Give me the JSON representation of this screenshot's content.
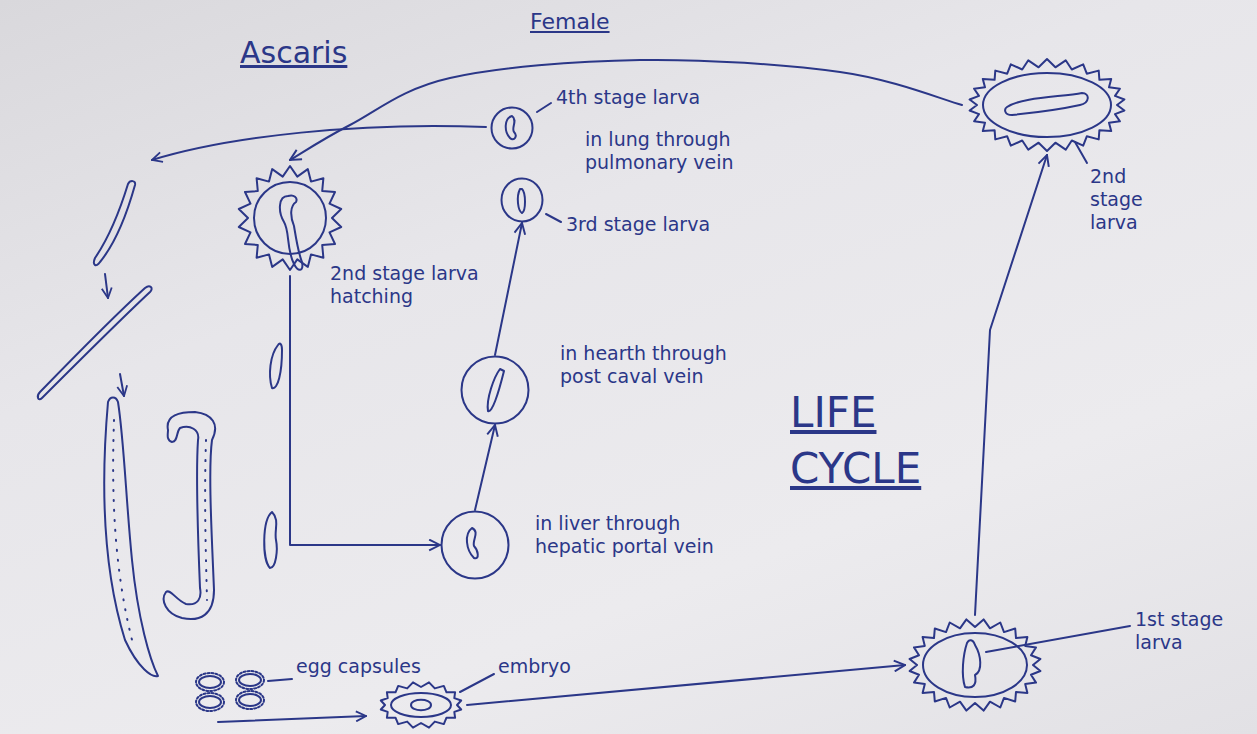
{
  "diagram": {
    "title": "Ascaris",
    "nodes": [
      {
        "text": [
          "4th stage larva"
        ]
      },
      {
        "text": [
          "in lung through pulmonary vein",
          "3rd stage larva"
        ]
      },
      {
        "text": [
          "in hearth through post caval vein"
        ]
      },
      {
        "text": [
          "in liver through hepatic portal vein"
        ]
      },
      {
        "text": [
          "2nd stage larva hatching"
        ]
      },
      {
        "text": [
          "2nd stage larva"
        ]
      },
      {
        "text": [
          "1st stage larva"
        ]
      },
      {
        "text": [
          "embryo"
        ]
      }
    ],
    "edges": [
      {
        "from": 7,
        "to": 6,
        "arrow": "to"
      },
      {
        "from": 6,
        "to": 5,
        "arrow": "to"
      },
      {
        "from": 5,
        "to": 4,
        "arrow": "to"
      },
      {
        "from": 4,
        "to": 3,
        "arrow": "to"
      },
      {
        "from": 3,
        "to": 2,
        "arrow": "to"
      },
      {
        "from": 2,
        "to": 1,
        "arrow": "to"
      }
    ],
    "labels": [
      "Female",
      "LIFE CYCLE",
      "egg capsules"
    ]
  }
}
